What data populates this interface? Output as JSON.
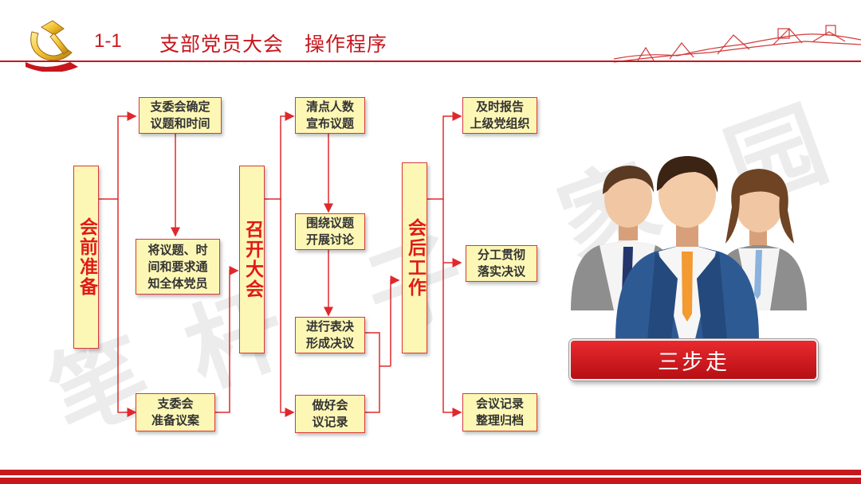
{
  "header": {
    "number": "1-1",
    "title": "支部党员大会　操作程序"
  },
  "watermark": [
    "笔",
    "杆",
    "子",
    "家",
    "园"
  ],
  "stages": {
    "prepare": {
      "label": "会前准备",
      "steps": [
        "支委会确定议题和时间",
        "将议题、时间和要求通知全体党员",
        "支委会准备议案"
      ]
    },
    "meeting": {
      "label": "召开大会",
      "steps": [
        "清点人数宣布议题",
        "围绕议题开展讨论",
        "进行表决形成决议",
        "做好会议记录"
      ]
    },
    "after": {
      "label": "会后工作",
      "steps": [
        "及时报告上级党组织",
        "分工贯彻落实决议",
        "会议记录整理归档"
      ]
    }
  },
  "box_lines": {
    "p1": [
      "支委会确定",
      "议题和时间"
    ],
    "p2": [
      "将议题、时",
      "间和要求通",
      "知全体党员"
    ],
    "p3": [
      "支委会",
      "准备议案"
    ],
    "m1": [
      "清点人数",
      "宣布议题"
    ],
    "m2": [
      "围绕议题",
      "开展讨论"
    ],
    "m3": [
      "进行表决",
      "形成决议"
    ],
    "m4": [
      "做好会",
      "议记录"
    ],
    "a1": [
      "及时报告",
      "上级党组织"
    ],
    "a2": [
      "分工贯彻",
      "落实决议"
    ],
    "a3": [
      "会议记录",
      "整理归档"
    ]
  },
  "badge": "三步走",
  "colors": {
    "accent": "#c8161d",
    "box_fill": "#fdf7b6",
    "box_border": "#d9383a",
    "line": "#e0282c"
  },
  "icons": {
    "emblem": "party-emblem-icon",
    "wall": "great-wall-icon",
    "people": "business-people-icon"
  }
}
